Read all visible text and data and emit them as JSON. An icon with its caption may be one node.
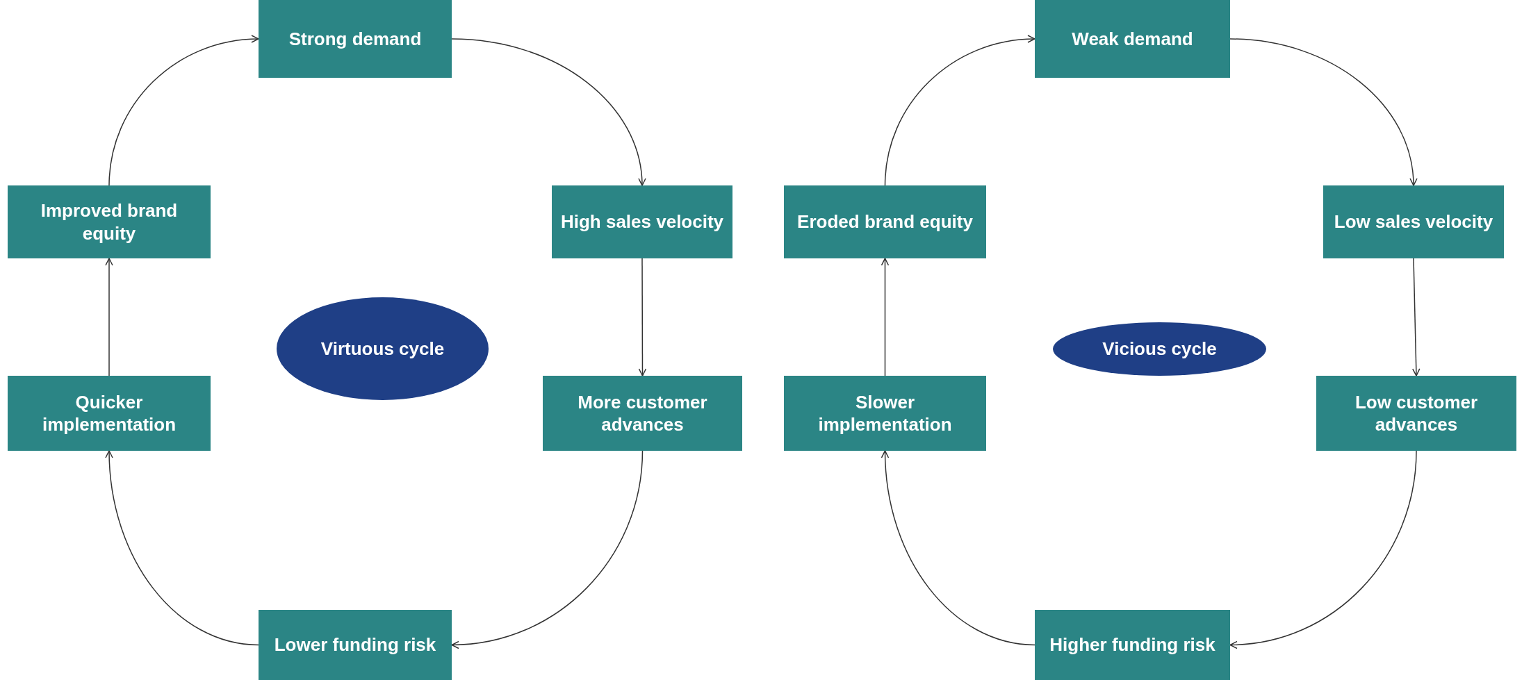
{
  "diagram": {
    "nodes": [
      {
        "text": [
          "Strong demand"
        ]
      },
      {
        "text": [
          "Improved brand equity"
        ]
      },
      {
        "text": [
          "High sales velocity"
        ]
      },
      {
        "text": [
          "Virtuous cycle"
        ]
      },
      {
        "text": [
          "Quicker implementation"
        ]
      },
      {
        "text": [
          "More customer advances"
        ]
      },
      {
        "text": [
          "Lower funding risk"
        ]
      },
      {
        "text": [
          "Weak demand"
        ]
      },
      {
        "text": [
          "Eroded brand equity"
        ]
      },
      {
        "text": [
          "Low sales velocity"
        ]
      },
      {
        "text": [
          "Vicious cycle"
        ]
      },
      {
        "text": [
          "Slower implementation"
        ]
      },
      {
        "text": [
          "Low customer advances"
        ]
      },
      {
        "text": [
          "Higher funding risk"
        ]
      }
    ],
    "edges": [
      {
        "from": 1,
        "to": 0,
        "arrow": "to"
      },
      {
        "from": 0,
        "to": 2,
        "arrow": "to"
      },
      {
        "from": 2,
        "to": 5,
        "arrow": "to"
      },
      {
        "from": 5,
        "to": 6,
        "arrow": "to"
      },
      {
        "from": 6,
        "to": 4,
        "arrow": "to"
      },
      {
        "from": 4,
        "to": 1,
        "arrow": "to"
      },
      {
        "from": 8,
        "to": 7,
        "arrow": "to"
      },
      {
        "from": 7,
        "to": 9,
        "arrow": "to"
      },
      {
        "from": 9,
        "to": 12,
        "arrow": "to"
      },
      {
        "from": 12,
        "to": 13,
        "arrow": "to"
      },
      {
        "from": 13,
        "to": 11,
        "arrow": "to"
      },
      {
        "from": 11,
        "to": 8,
        "arrow": "to"
      }
    ]
  }
}
